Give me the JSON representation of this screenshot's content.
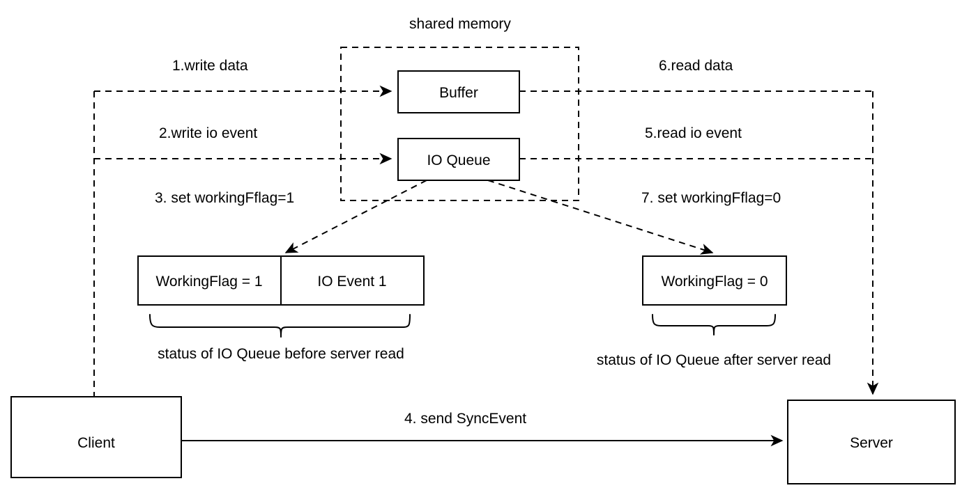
{
  "diagram": {
    "title": "shared memory",
    "nodes": {
      "buffer": "Buffer",
      "io_queue": "IO Queue",
      "client": "Client",
      "server": "Server",
      "working_flag_1": "WorkingFlag = 1",
      "io_event_1": "IO Event 1",
      "working_flag_0": "WorkingFlag = 0"
    },
    "steps": {
      "step1": "1.write data",
      "step2": "2.write io event",
      "step3": "3. set workingFflag=1",
      "step4": "4. send SyncEvent",
      "step5": "5.read io event",
      "step6": "6.read data",
      "step7": "7. set workingFflag=0"
    },
    "captions": {
      "before": "status of IO Queue before server read",
      "after": "status of IO Queue after server read"
    },
    "colors": {
      "stroke": "#000000",
      "fill": "#ffffff",
      "background": "#ffffff"
    }
  }
}
